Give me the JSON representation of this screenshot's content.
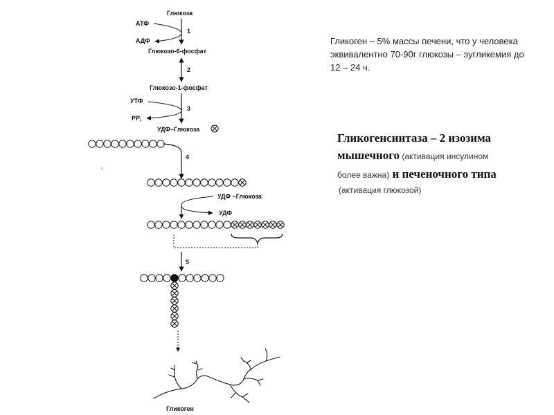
{
  "diagram": {
    "steps": [
      "1",
      "2",
      "3",
      "4",
      "5"
    ],
    "metabolites": {
      "glucose": "Глюкоза",
      "atp": "АТФ",
      "adp": "АДФ",
      "g6p": "Глюкозо-6-фосфат",
      "g1p": "Глюкозо-1-фосфат",
      "utp": "УТФ",
      "ppi": "PP",
      "ppi_sub": "i",
      "udp_glucose": "УДФ–Глюкоза",
      "udp_glucose_2": "УДФ –Глюкоза",
      "udp": "УДФ",
      "glycogen": "Гликоген"
    }
  },
  "notes": {
    "storage": [
      "Гликоген – 5% массы печени, что у человека",
      "эквивалентно 70-90г глюкозы – эугликемия до",
      "12 – 24 ч."
    ],
    "synthase": {
      "line1": "Гликогенсинтаза – 2 изозима",
      "line2_bold": "мышечного",
      "line2_small": " (активация инсулином",
      "line3_small": "более важна)",
      "line3_bold": " и печеночного типа",
      "line4_small": "(активация глюкозой)"
    }
  }
}
